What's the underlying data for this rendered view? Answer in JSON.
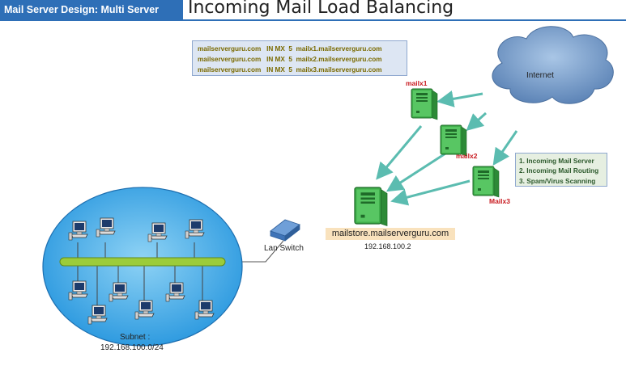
{
  "header": {
    "section": "Mail Server Design: Multi Server",
    "title": "Incoming Mail Load Balancing"
  },
  "mx_records": [
    "mailserverguru.com   IN MX  5  mailx1.mailserverguru.com",
    "mailserverguru.com   IN MX  5  mailx2.mailserverguru.com",
    "mailserverguru.com   IN MX  5  mailx3.mailserverguru.com"
  ],
  "nodes": {
    "internet": "Internet",
    "mailx1": "mailx1",
    "mailx2": "mailx2",
    "mailx3": "Mailx3",
    "mailstore_name": "mailstore.mailserverguru.com",
    "mailstore_ip": "192.168.100.2",
    "switch": "Lan Switch",
    "subnet_label": "Subnet :",
    "subnet_value": "192.168.100.0/24"
  },
  "roles": [
    "1. Incoming Mail Server",
    "2. Incoming Mail Routing",
    "3. Spam/Virus Scanning"
  ],
  "colors": {
    "header_blue": "#2e6fb7",
    "arrow": "#5bbcb0",
    "server_green": "#3fae4a",
    "subnet_fill": "#4fb3e8",
    "bus_green": "#9ccc3a",
    "label_red": "#c8191f"
  }
}
